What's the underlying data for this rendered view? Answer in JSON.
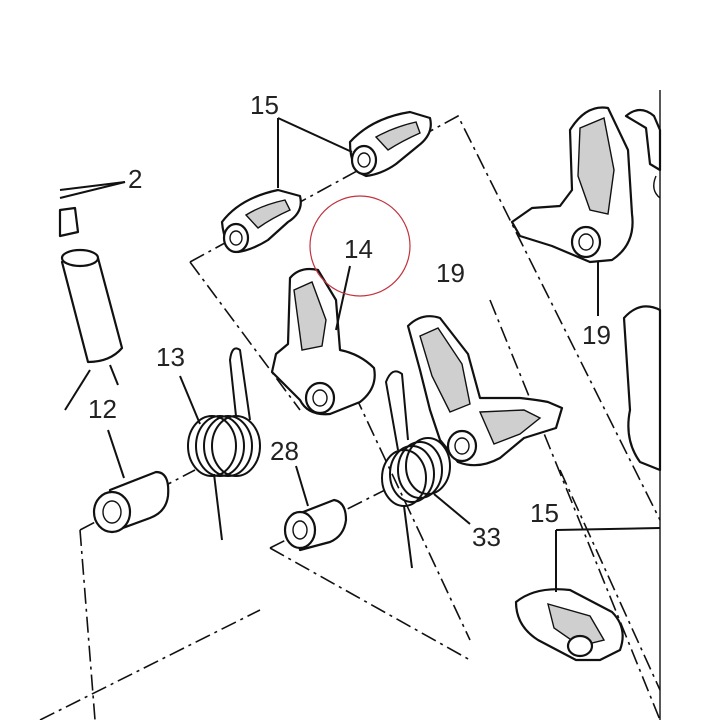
{
  "diagram": {
    "background": "#ffffff",
    "line_color": "#111111",
    "highlight_color": "#c0343f",
    "labels": {
      "p15_top": "15",
      "p2": "2",
      "p14": "14",
      "p19_center": "19",
      "p19_right": "19",
      "p12": "12",
      "p13": "13",
      "p28": "28",
      "p33": "33",
      "p15_bottom": "15"
    }
  }
}
